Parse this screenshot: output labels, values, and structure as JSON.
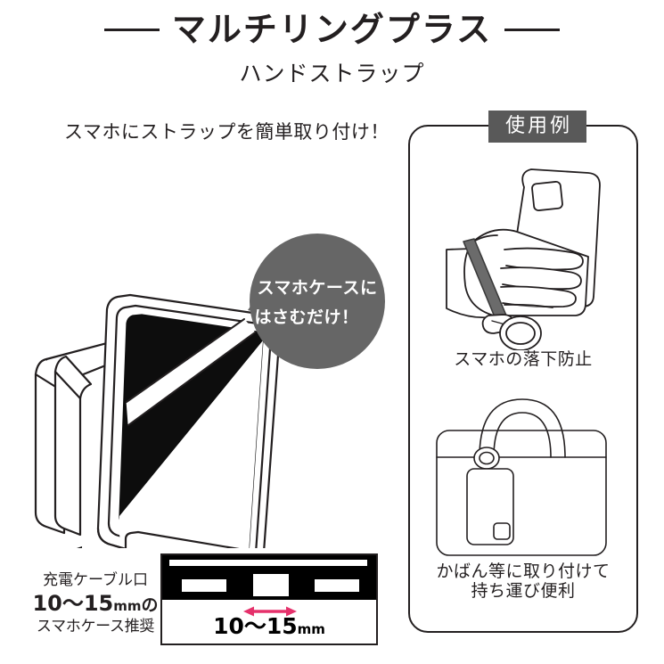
{
  "header": {
    "main_title": "マルチリングプラス",
    "sub_title": "ハンドストラップ",
    "rule_left": "",
    "rule_right": ""
  },
  "left_section": {
    "headline": "スマホにストラップを簡単取り付け！",
    "bubble": {
      "line1": "スマホケースに",
      "line2": "はさむだけ！",
      "bg_color": "#666666",
      "text_color": "#ffffff"
    },
    "illustration_name": "phone-case-insert-illustration",
    "arrow_name": "insert-direction-arrow"
  },
  "right_panel": {
    "badge_label": "使用例",
    "badge_bg_color": "#595959",
    "examples": [
      {
        "illustration": "hand-holding-phone-with-strap",
        "caption": "スマホの落下防止"
      },
      {
        "illustration": "bag-with-phone-hanging",
        "caption": "かばん等に取り付けて\n持ち運び便利"
      }
    ],
    "caption_1": "スマホの落下防止",
    "caption_2_line1": "かばん等に取り付けて",
    "caption_2_line2": "持ち運び便利"
  },
  "spec_section": {
    "line1": "充電ケーブル口",
    "line2_value": "10〜15",
    "line2_unit": "mm",
    "line2_tail": "の",
    "line3": "スマホケース推奨"
  },
  "measurement_diagram": {
    "label_value": "10〜15",
    "label_unit": "mm",
    "arrow_color": "#e5316b",
    "body_color": "#000000",
    "cutouts": [
      "speaker-left",
      "charging-port",
      "speaker-right"
    ]
  }
}
